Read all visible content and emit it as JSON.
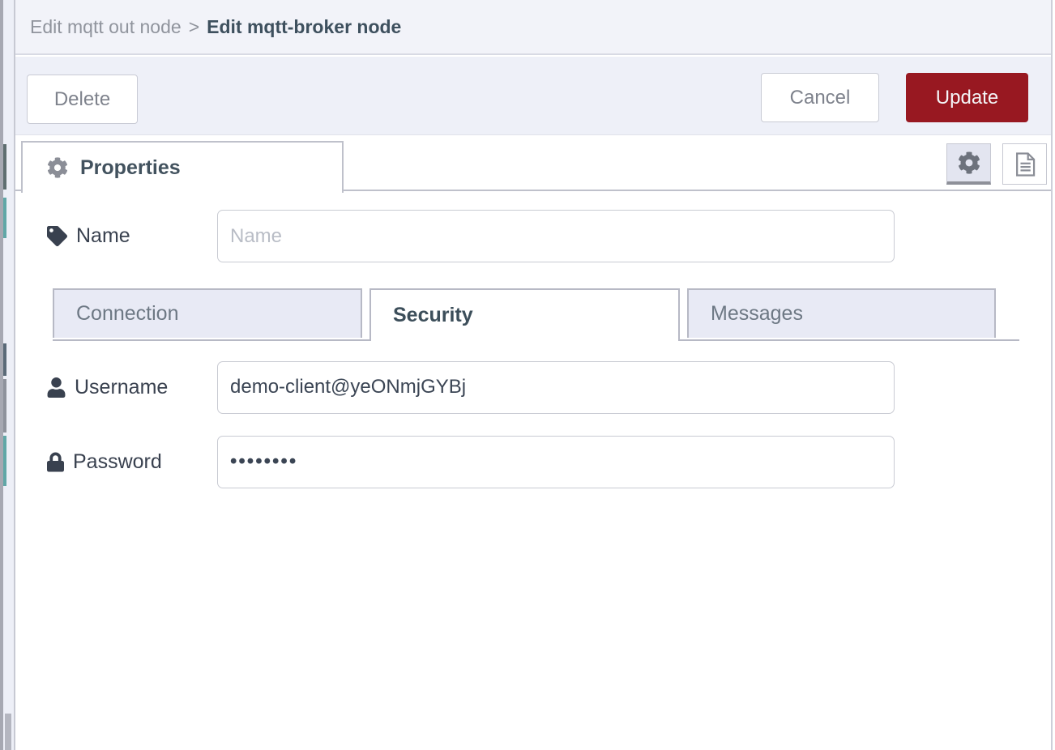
{
  "header": {
    "breadcrumb_parent": "Edit mqtt out node",
    "breadcrumb_separator": ">",
    "breadcrumb_current": "Edit mqtt-broker node"
  },
  "toolbar": {
    "delete_label": "Delete",
    "cancel_label": "Cancel",
    "update_label": "Update"
  },
  "tabbar": {
    "properties_label": "Properties",
    "icon_buttons": [
      "node-settings-gear-icon",
      "node-description-doc-icon"
    ]
  },
  "form": {
    "name": {
      "label": "Name",
      "placeholder": "Name",
      "value": ""
    },
    "broker_tabs": [
      {
        "label": "Connection",
        "active": false
      },
      {
        "label": "Security",
        "active": true
      },
      {
        "label": "Messages",
        "active": false
      }
    ],
    "username": {
      "label": "Username",
      "value": "demo-client@yeONmjGYBj"
    },
    "password": {
      "label": "Password",
      "value": "••••••••",
      "masked_char_count": 8
    }
  },
  "icons": {
    "properties_tab": "cog-icon",
    "name_field": "tag-icon",
    "username_field": "user-icon",
    "password_field": "lock-icon"
  },
  "colors": {
    "update_button": "#981821",
    "header_bg": "#f2f3f9",
    "toolbar_bg": "#eef0f8",
    "inactive_tab_bg": "#e8eaf5",
    "tab_border": "#b7b9c5",
    "text_dark": "#3c4e5a",
    "text_gray": "#82868f"
  }
}
